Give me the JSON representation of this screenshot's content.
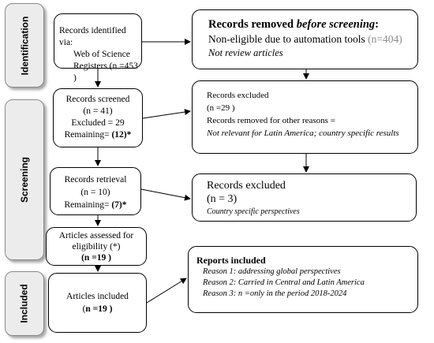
{
  "phases": {
    "identification": "Identification",
    "screening": "Screening",
    "included": "Included"
  },
  "identified": {
    "line1": "Records identified via:",
    "line2": "Web of Science",
    "line3": "Registers (n =453 )"
  },
  "removed_before": {
    "title_a": "Records removed ",
    "title_b": "before screening",
    "title_c": ":",
    "line2_a": "Non-eligible due to automation tools ",
    "line2_b": "(n=404)",
    "line3": "Not review articles"
  },
  "screened": {
    "line1": "Records screened",
    "line2": "(n = 41)",
    "line3": "Excluded = 29",
    "line4_a": "Remaining= ",
    "line4_b": "(12)*"
  },
  "excluded1": {
    "line1": "Records excluded",
    "line2": "(n =29 )",
    "line3": "Records removed for other reasons =",
    "line4": "Not  relevant for Latin America; country specific results"
  },
  "retrieval": {
    "line1": "Records retrieval",
    "line2": "(n = 10)",
    "line3_a": "Remaining= ",
    "line3_b": "(7)*"
  },
  "excluded2": {
    "line1": "Records excluded",
    "line2": "(n = 3)",
    "line3": "Country specific perspectives"
  },
  "assessed": {
    "line1": "Articles assessed for",
    "line2": "eligibility (*)",
    "line3": "(n =19 )"
  },
  "included": {
    "line1": "Articles included",
    "line2_a": "(",
    "line2_b": "n =19 )"
  },
  "reports": {
    "title": "Reports included",
    "line1": "Reason 1: addressing global perspectives",
    "line2": "Reason 2: Carried in Central and Latin America",
    "line3": "Reason 3: n =only in the period 2018-2024"
  }
}
